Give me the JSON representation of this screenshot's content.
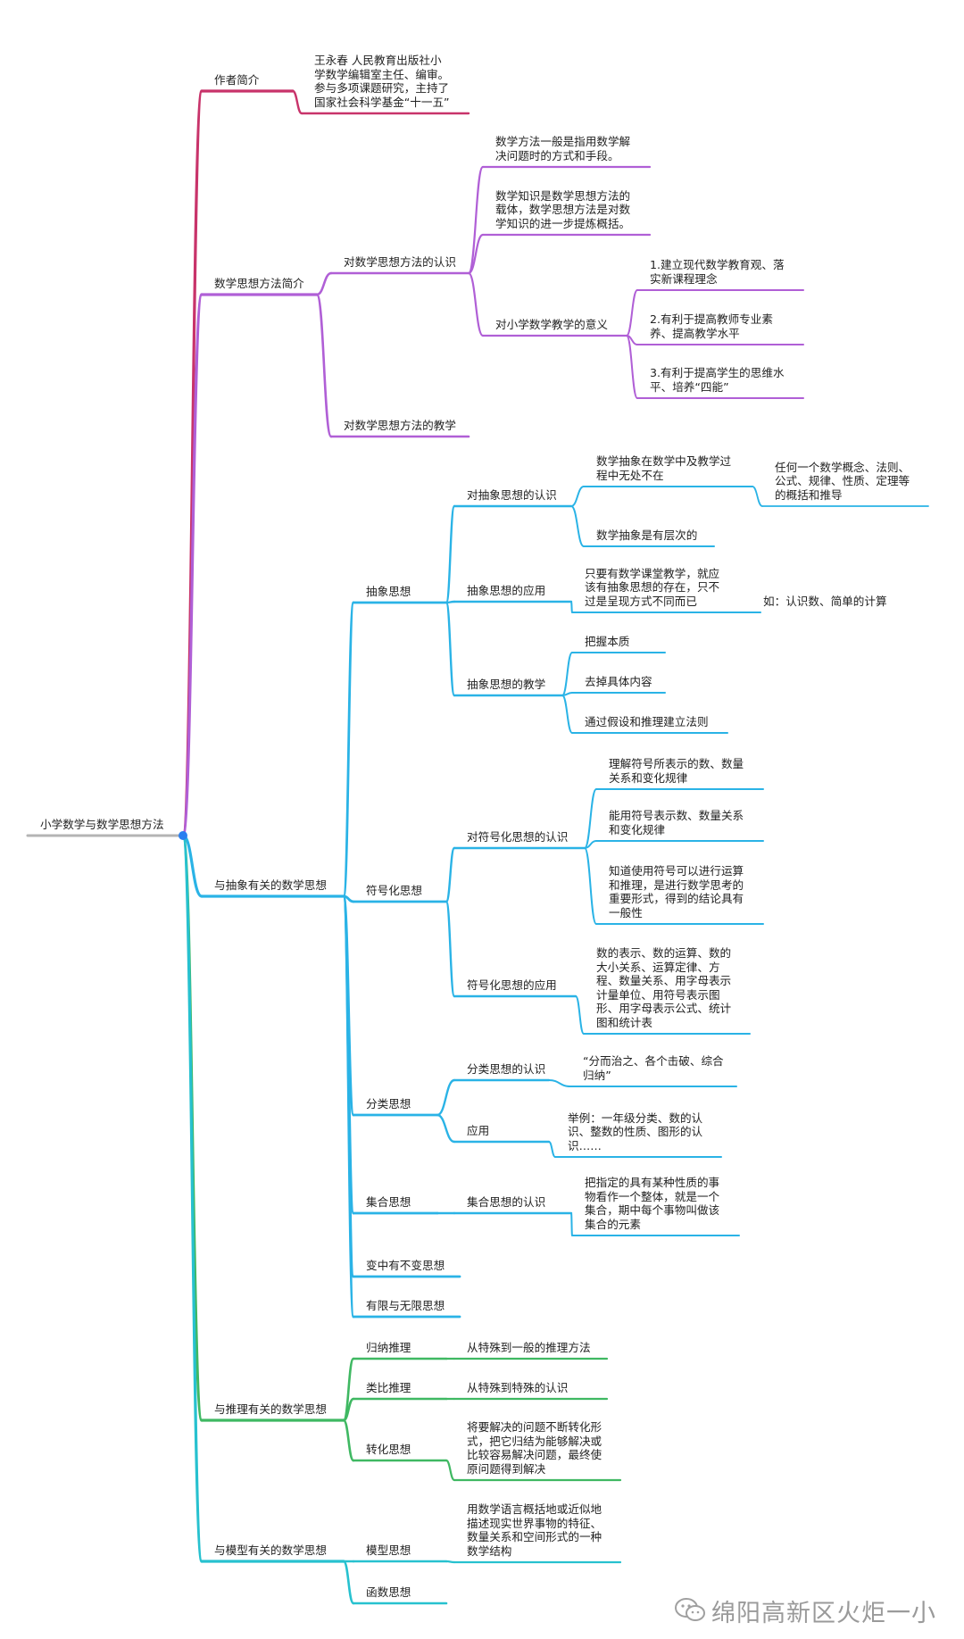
{
  "root": {
    "label": "小学数学与数学思想方法",
    "children": [
      {
        "label": "作者简介",
        "children": [
          {
            "label": "王永春  人民教育出版社小\n学数学编辑室主任、编审。\n参与多项课题研究，主持了\n国家社会科学基金“十一五”"
          }
        ]
      },
      {
        "label": "数学思想方法简介",
        "children": [
          {
            "label": "对数学思想方法的认识",
            "children": [
              {
                "label": "数学方法一般是指用数学解\n决问题时的方式和手段。"
              },
              {
                "label": "数学知识是数学思想方法的\n载体，数学思想方法是对数\n学知识的进一步提炼概括。"
              },
              {
                "label": "对小学数学教学的意义",
                "children": [
                  {
                    "label": "1.建立现代数学教育观、落\n实新课程理念"
                  },
                  {
                    "label": "2.有利于提高教师专业素\n养、提高教学水平"
                  },
                  {
                    "label": "3.有利于提高学生的思维水\n平、培养“四能”"
                  }
                ]
              }
            ]
          },
          {
            "label": "对数学思想方法的教学"
          }
        ]
      },
      {
        "label": "与抽象有关的数学思想",
        "children": [
          {
            "label": "抽象思想",
            "children": [
              {
                "label": "对抽象思想的认识",
                "children": [
                  {
                    "label": "数学抽象在数学中及教学过\n程中无处不在",
                    "children": [
                      {
                        "label": "任何一个数学概念、法则、\n公式、规律、性质、定理等\n的概括和推导"
                      }
                    ]
                  },
                  {
                    "label": "数学抽象是有层次的"
                  }
                ]
              },
              {
                "label": "抽象思想的应用",
                "children": [
                  {
                    "label": "只要有数学课堂教学，就应\n该有抽象思想的存在，只不\n过是呈现方式不同而已",
                    "children": [
                      {
                        "label": "如：认识数、简单的计算"
                      }
                    ]
                  }
                ]
              },
              {
                "label": "抽象思想的教学",
                "children": [
                  {
                    "label": "把握本质"
                  },
                  {
                    "label": "去掉具体内容"
                  },
                  {
                    "label": "通过假设和推理建立法则"
                  }
                ]
              }
            ]
          },
          {
            "label": "符号化思想",
            "children": [
              {
                "label": "对符号化思想的认识",
                "children": [
                  {
                    "label": "理解符号所表示的数、数量\n关系和变化规律"
                  },
                  {
                    "label": "能用符号表示数、数量关系\n和变化规律"
                  },
                  {
                    "label": "知道使用符号可以进行运算\n和推理，是进行数学思考的\n重要形式，得到的结论具有\n一般性"
                  }
                ]
              },
              {
                "label": "符号化思想的应用",
                "children": [
                  {
                    "label": "数的表示、数的运算、数的\n大小关系、运算定律、方\n程、数量关系、用字母表示\n计量单位、用符号表示图\n形、用字母表示公式、统计\n图和统计表"
                  }
                ]
              }
            ]
          },
          {
            "label": "分类思想",
            "children": [
              {
                "label": "分类思想的认识",
                "children": [
                  {
                    "label": "“分而治之、各个击破、综合\n归纳”"
                  }
                ]
              },
              {
                "label": "应用",
                "children": [
                  {
                    "label": "举例：一年级分类、数的认\n识、整数的性质、图形的认\n识……"
                  }
                ]
              }
            ]
          },
          {
            "label": "集合思想",
            "children": [
              {
                "label": "集合思想的认识",
                "children": [
                  {
                    "label": "把指定的具有某种性质的事\n物看作一个整体，就是一个\n集合，期中每个事物叫做该\n集合的元素"
                  }
                ]
              }
            ]
          },
          {
            "label": "变中有不变思想"
          },
          {
            "label": "有限与无限思想"
          }
        ]
      },
      {
        "label": "与推理有关的数学思想",
        "children": [
          {
            "label": "归纳推理",
            "children": [
              {
                "label": "从特殊到一般的推理方法"
              }
            ]
          },
          {
            "label": "类比推理",
            "children": [
              {
                "label": "从特殊到特殊的认识"
              }
            ]
          },
          {
            "label": "转化思想",
            "children": [
              {
                "label": "将要解决的问题不断转化形\n式，把它归结为能够解决或\n比较容易解决问题，最终使\n原问题得到解决"
              }
            ]
          }
        ]
      },
      {
        "label": "与模型有关的数学思想",
        "children": [
          {
            "label": "模型思想",
            "children": [
              {
                "label": "用数学语言概括地或近似地\n描述现实世界事物的特征、\n数量关系和空间形式的一种\n数学结构"
              }
            ]
          },
          {
            "label": "函数思想"
          }
        ]
      }
    ]
  },
  "branch_colors": {
    "root_line": "#b4b4b4",
    "author": "#c8336a",
    "intro": "#b05fd6",
    "abstract": "#2ab3e6",
    "reasoning": "#3fb862",
    "model": "#27c1cf",
    "root_dot": "#2a7ff0"
  },
  "watermark": {
    "text": "绵阳高新区火炬一小",
    "icon": "wechat-icon"
  }
}
